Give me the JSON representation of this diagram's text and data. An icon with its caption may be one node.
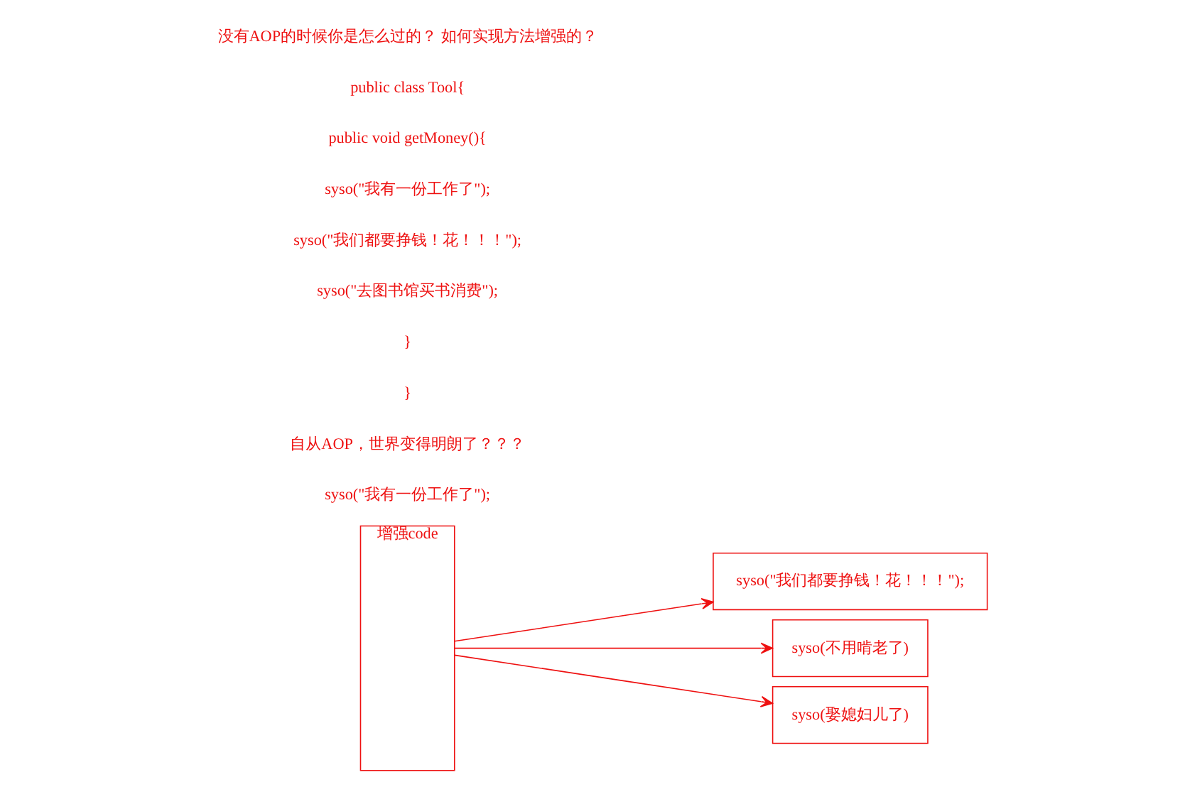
{
  "diagram": {
    "nodes": [
      {
        "text": [
          "增强code"
        ]
      },
      {
        "text": [
          "syso(\"我们都要挣钱！花！！！\");"
        ]
      },
      {
        "text": [
          "syso(不用啃老了)"
        ]
      },
      {
        "text": [
          "syso(娶媳妇儿了)"
        ]
      }
    ],
    "edges": [
      {
        "from": 0,
        "to": 1,
        "arrow": "to"
      },
      {
        "from": 0,
        "to": 2,
        "arrow": "to"
      },
      {
        "from": 0,
        "to": 3,
        "arrow": "to"
      }
    ],
    "labels": [
      "没有AOP的时候你是怎么过的？ 如何实现方法增强的？",
      "public class Tool{",
      "public void getMoney(){",
      "syso(\"我有一份工作了\");",
      "syso(\"我们都要挣钱！花！！！\");",
      "syso(\"去图书馆买书消费\");",
      "}",
      "}",
      "自从AOP，世界变得明朗了？？？",
      "syso(\"我有一份工作了\");"
    ]
  }
}
